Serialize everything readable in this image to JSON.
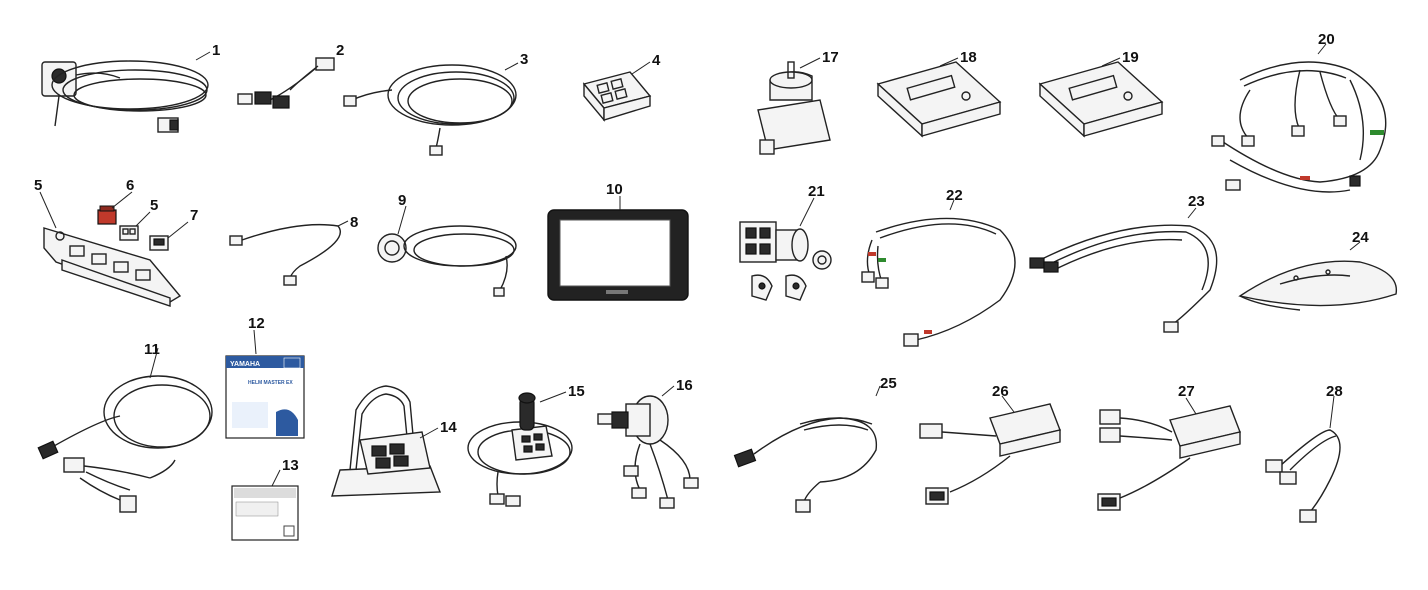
{
  "diagram": {
    "callouts": [
      "1",
      "2",
      "3",
      "4",
      "5",
      "6",
      "5",
      "7",
      "8",
      "9",
      "10",
      "11",
      "12",
      "13",
      "14",
      "15",
      "16",
      "17",
      "18",
      "19",
      "20",
      "21",
      "22",
      "23",
      "24",
      "25",
      "26",
      "27",
      "28"
    ],
    "booklet_12": {
      "brand": "YAMAHA",
      "title": "HELM MASTER EX"
    },
    "booklet_13": {
      "title": ""
    },
    "accent_colors": {
      "red_connector": "#c0392b",
      "green_band": "#2e8b2e"
    }
  }
}
